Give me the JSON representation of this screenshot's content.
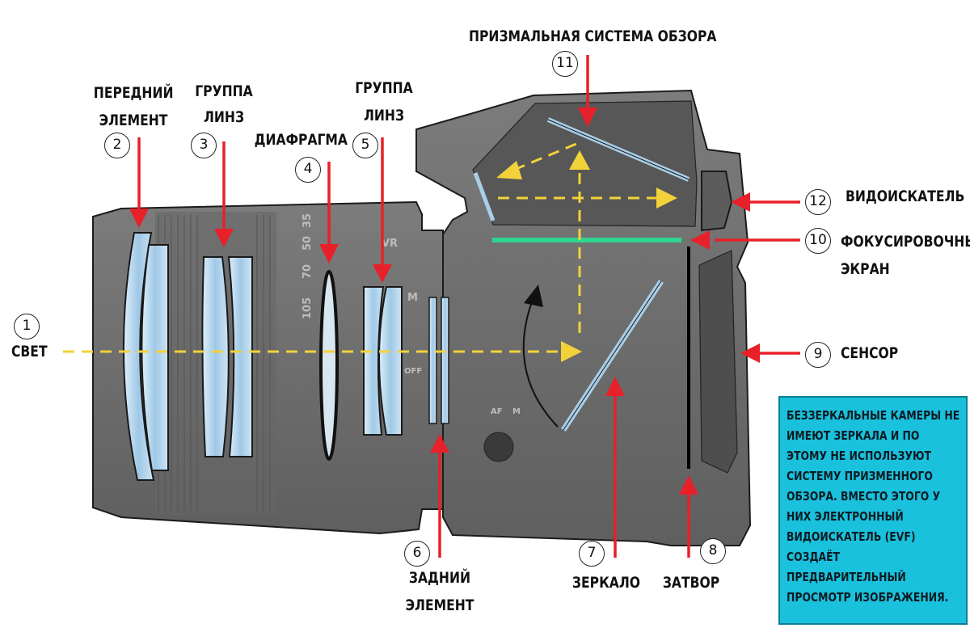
{
  "labels": {
    "light": "СВЕТ",
    "front_element_1": "ПЕРЕДНИЙ",
    "front_element_2": "ЭЛЕМЕНТ",
    "lens_group_1a": "ГРУППА",
    "lens_group_1b": "ЛИНЗ",
    "aperture": "ДИАФРАГМА",
    "lens_group_2a": "ГРУППА",
    "lens_group_2b": "ЛИНЗ",
    "rear_element_1": "ЗАДНИЙ",
    "rear_element_2": "ЭЛЕМЕНТ",
    "mirror": "ЗЕРКАЛО",
    "shutter": "ЗАТВОР",
    "sensor": "СЕНСОР",
    "focus_screen_1": "ФОКУСИРОВОЧНЫЙ",
    "focus_screen_2": "ЭКРАН",
    "prism": "ПРИЗМАЛЬНАЯ СИСТЕМА ОБЗОРА",
    "viewfinder": "ВИДОИСКАТЕЛЬ"
  },
  "numbers": [
    "1",
    "2",
    "3",
    "4",
    "5",
    "6",
    "7",
    "8",
    "9",
    "10",
    "11",
    "12"
  ],
  "note": "БЕЗЗЕРКАЛЬНЫЕ КАМЕРЫ НЕ ИМЕЮТ ЗЕРКАЛА И ПО ЭТОМУ НЕ ИСПОЛЬЗУЮТ СИСТЕМУ ПРИЗМЕННОГО ОБЗОРА. ВМЕСТО ЭТОГО У НИХ ЭЛЕКТРОННЫЙ ВИДОИСКАТЕЛЬ (EVF) СОЗДАЁТ ПРЕДВАРИТЕЛЬНЫЙ ПРОСМОТР ИЗОБРАЖЕНИЯ.",
  "lens_markings": [
    "105",
    "70",
    "50",
    "35",
    "VR",
    "M",
    "OFF"
  ],
  "body_markings": [
    "AF",
    "M"
  ],
  "colors": {
    "body": "#6f6f6f",
    "body_dark": "#4a4a4a",
    "arrow": "#e8202a",
    "light_path": "#f2d23a",
    "lens_glass": "#a9cfe8",
    "focus_screen": "#2fd58f",
    "note_bg": "#19c1dd"
  }
}
